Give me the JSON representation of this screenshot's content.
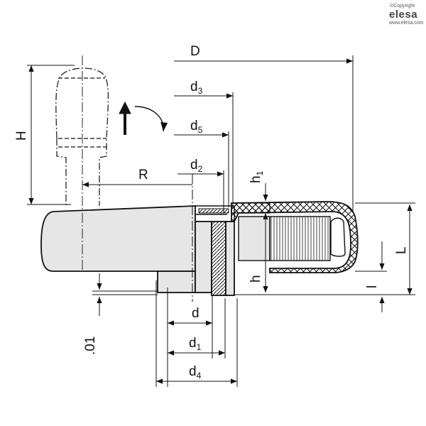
{
  "brand": {
    "copyright": "©Copyright",
    "name": "elesa",
    "url": "www.elesa.com"
  },
  "labels": {
    "D": "D",
    "d3": "d",
    "d3_sub": "3",
    "d5": "d",
    "d5_sub": "5",
    "d2": "d",
    "d2_sub": "2",
    "R": "R",
    "H": "H",
    "h1": "h",
    "h1_sub": "1",
    "h": "h",
    "L": "L",
    "l": "l",
    "d": "d",
    "d1": "d",
    "d1_sub": "1",
    "d4": "d",
    "d4_sub": "4",
    "tol": ".01"
  },
  "colors": {
    "body_fill": "#e6e6e6",
    "outline": "#111111",
    "hatch": "#111111"
  }
}
